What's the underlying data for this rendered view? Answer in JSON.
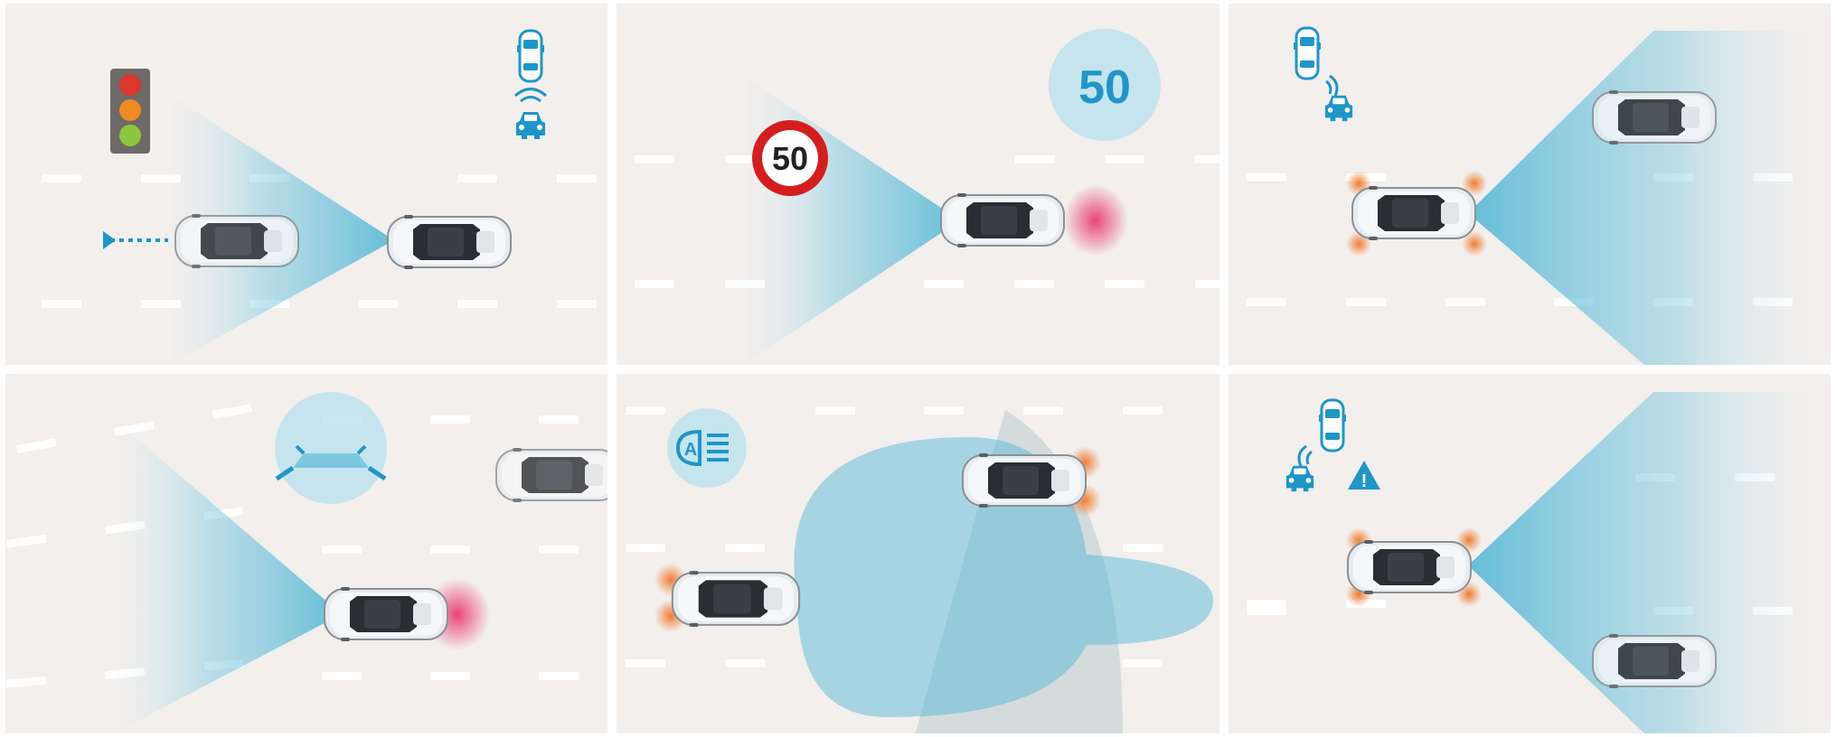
{
  "panels": [
    {
      "id": "traffic-light-recognition",
      "icons": [
        "traffic-light-icon",
        "car-to-car-communication-icon",
        "left-arrow-icon"
      ]
    },
    {
      "id": "speed-limit-recognition",
      "speed_sign": "50",
      "speed_bubble": "50",
      "icons": [
        "speed-limit-sign-icon",
        "speed-limit-bubble-icon"
      ]
    },
    {
      "id": "rear-cross-traffic",
      "icons": [
        "car-to-car-communication-icon"
      ]
    },
    {
      "id": "lane-keeping",
      "icons": [
        "lane-assist-icon"
      ]
    },
    {
      "id": "adaptive-high-beam",
      "auto_label": "A",
      "icons": [
        "auto-high-beam-icon"
      ]
    },
    {
      "id": "collision-warning",
      "warning_symbol": "!",
      "icons": [
        "car-to-car-communication-icon",
        "warning-triangle-icon"
      ]
    }
  ],
  "colors": {
    "background": "#f2efed",
    "sensor_cyan": "#4bb4d4",
    "icon_blue": "#1e96c8",
    "car_white": "#e9ecef",
    "car_glass": "#2a2d31",
    "sign_red": "#d41e1e",
    "brake_red": "#e8336a",
    "signal_orange": "#f07828"
  }
}
